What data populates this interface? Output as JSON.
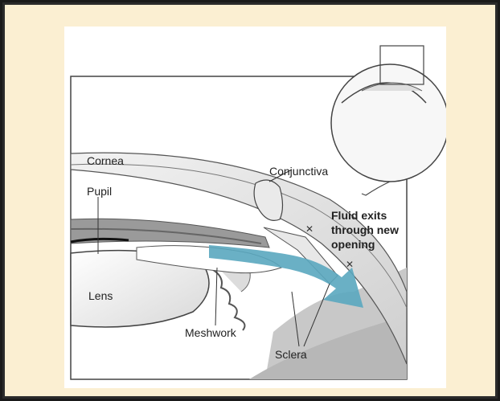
{
  "labels": {
    "cornea": "Cornea",
    "pupil": "Pupil",
    "lens": "Lens",
    "conjunctiva": "Conjunctiva",
    "meshwork": "Meshwork",
    "sclera": "Sclera",
    "fluid_line1": "Fluid exits",
    "fluid_line2": "through new",
    "fluid_line3": "opening"
  },
  "colors": {
    "page_background": "#2b2b2b",
    "panel_background": "#fbefd2",
    "figure_background": "#ffffff",
    "fluid_arrow": "#5aa7bf"
  }
}
